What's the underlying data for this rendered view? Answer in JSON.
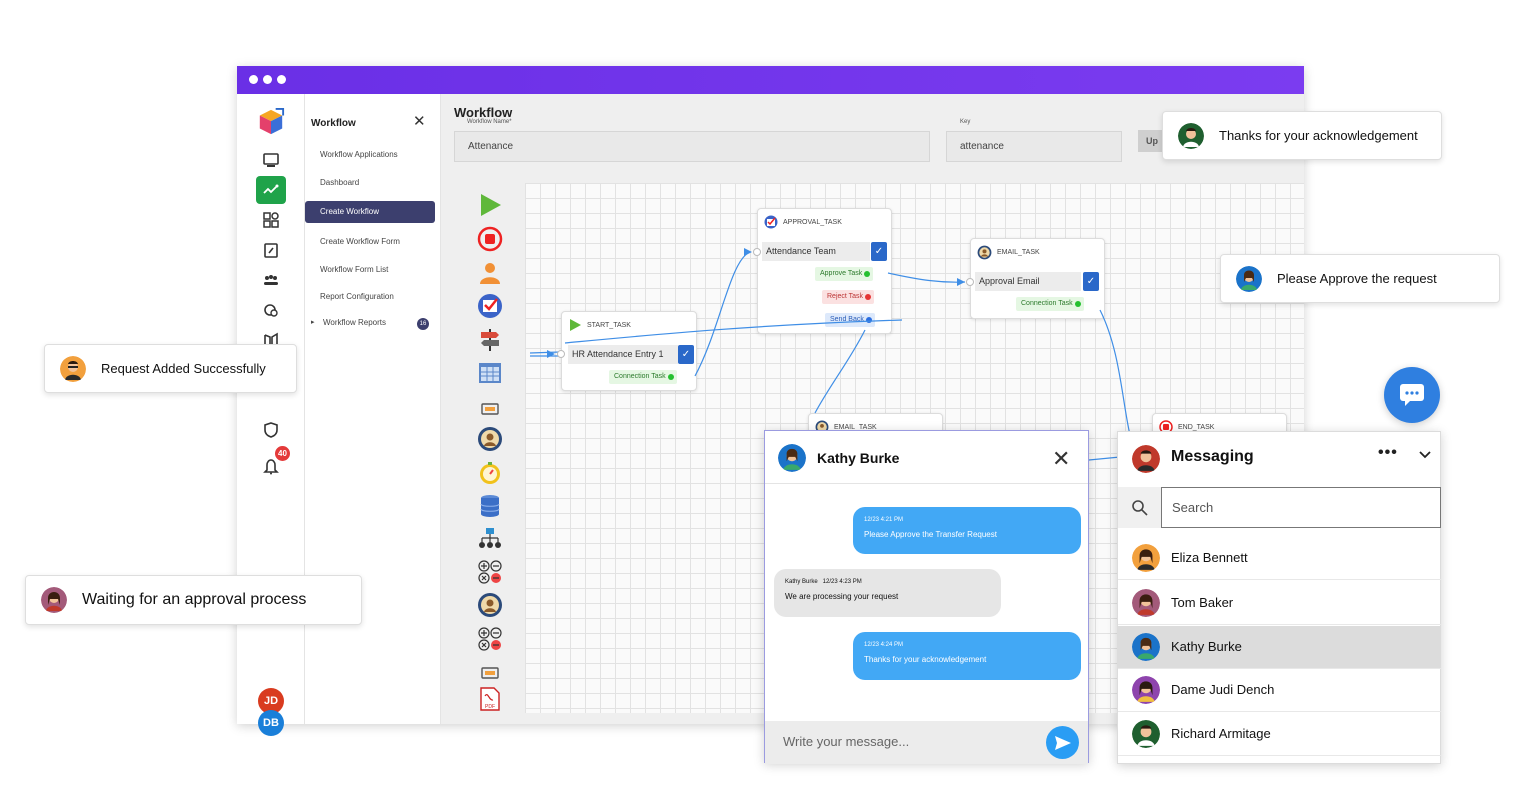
{
  "sidebar": {
    "header": "Workflow",
    "items": [
      {
        "label": "Workflow Applications"
      },
      {
        "label": "Dashboard"
      },
      {
        "label": "Create Workflow"
      },
      {
        "label": "Create Workflow Form"
      },
      {
        "label": "Workflow Form List"
      },
      {
        "label": "Report Configuration"
      },
      {
        "label": "Workflow Reports",
        "badge": "16"
      }
    ]
  },
  "rail": {
    "notification_count": "40",
    "avatars": [
      "JD",
      "DB"
    ]
  },
  "workflow": {
    "title": "Workflow",
    "name_label": "Workflow Name*",
    "name_value": "Attenance",
    "key_label": "Key",
    "key_value": "attenance",
    "update_button": "Up"
  },
  "nodes": {
    "start": {
      "title": "START_TASK",
      "body": "HR Attendance Entry 1",
      "pill": "Connection Task"
    },
    "approval": {
      "title": "APPROVAL_TASK",
      "body": "Attendance Team",
      "pills": [
        "Approve Task",
        "Reject Task",
        "Send Back"
      ]
    },
    "email": {
      "title": "EMAIL_TASK",
      "body": "Approval Email",
      "pill": "Connection Task"
    },
    "email2": {
      "title": "EMAIL_TASK"
    },
    "end": {
      "title": "END_TASK"
    }
  },
  "toasts": {
    "thanks": "Thanks for your acknowledgement",
    "approve": "Please Approve the request",
    "added": "Request Added Successfully",
    "waiting": "Waiting for an approval process"
  },
  "chat": {
    "contact": "Kathy Burke",
    "messages": [
      {
        "meta": "12/23 4:21 PM",
        "text": "Please Approve the Transfer Request"
      },
      {
        "meta": "Kathy Burke   12/23 4:23 PM",
        "text": "We are processing your request"
      },
      {
        "meta": "12/23 4:24 PM",
        "text": "Thanks for your acknowledgement"
      }
    ],
    "input_placeholder": "Write your message..."
  },
  "messaging": {
    "title": "Messaging",
    "search_placeholder": "Search",
    "contacts": [
      "Eliza Bennett",
      "Tom Baker",
      "Kathy Burke",
      "Dame Judi Dench",
      "Richard Armitage"
    ],
    "selected": "Kathy Burke"
  },
  "colors": {
    "accent": "#7b3cf0",
    "active_nav": "#3c3f6e",
    "rail_active": "#1fa34a",
    "chat_blue": "#42a8f5"
  }
}
